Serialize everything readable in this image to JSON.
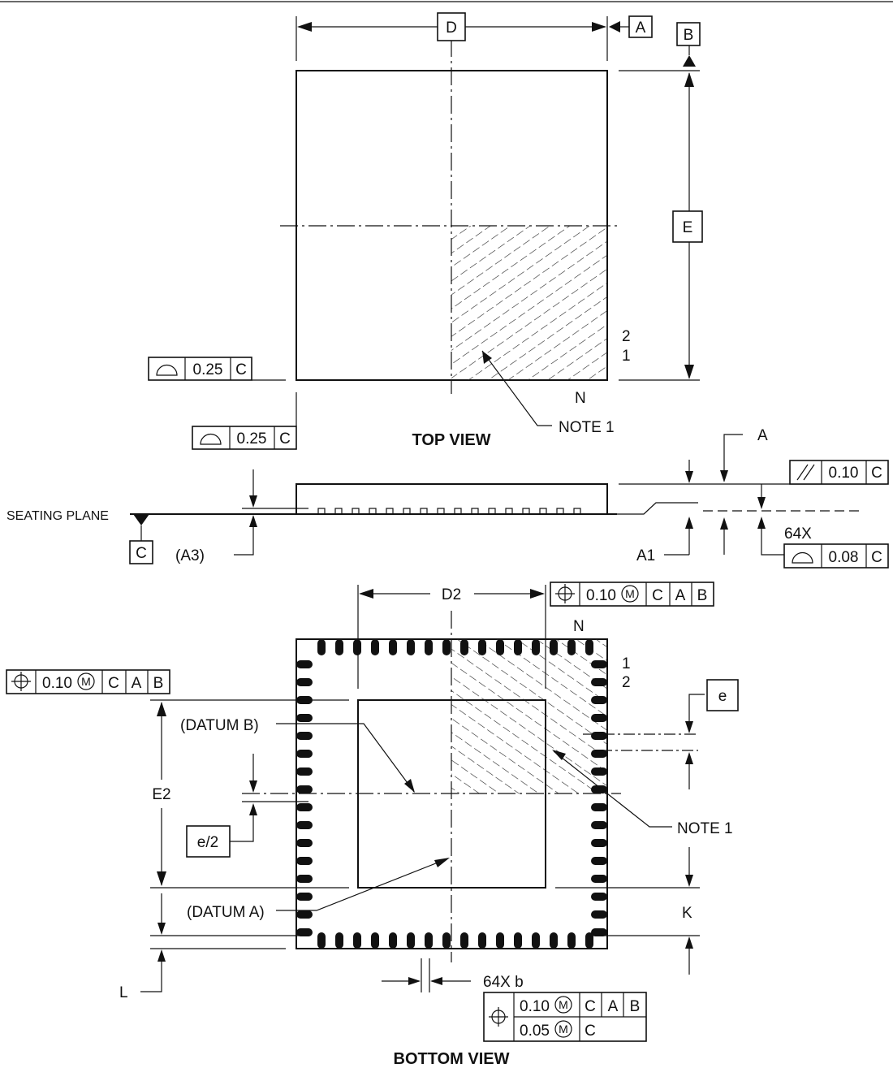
{
  "datums": {
    "a": "A",
    "b": "B",
    "c": "C"
  },
  "dims": {
    "d": "D",
    "e": "E",
    "d2": "D2",
    "e2": "E2",
    "a": "A",
    "a1": "A1",
    "a3": "(A3)",
    "e_pitch": "e",
    "e_half": "e/2",
    "k": "K",
    "l": "L",
    "b_count": "64X b",
    "count_64x": "64X"
  },
  "labels": {
    "top_view": "TOP VIEW",
    "bottom_view": "BOTTOM VIEW",
    "seating_plane": "SEATING PLANE",
    "note1": "NOTE 1",
    "datum_a": "(DATUM A)",
    "datum_b": "(DATUM B)",
    "pin_n": "N",
    "pin_1": "1",
    "pin_2": "2"
  },
  "tolerances": {
    "profile_025": "0.25",
    "parallel_010": "0.10",
    "profile_008": "0.08",
    "pos_010m": "0.10",
    "pos_005m": "0.05",
    "mmc": "M"
  },
  "icons": [
    "profile-of-surface-icon",
    "parallelism-icon",
    "position-icon",
    "mmc-icon",
    "datum-triangle-icon",
    "arrowhead-icon"
  ]
}
